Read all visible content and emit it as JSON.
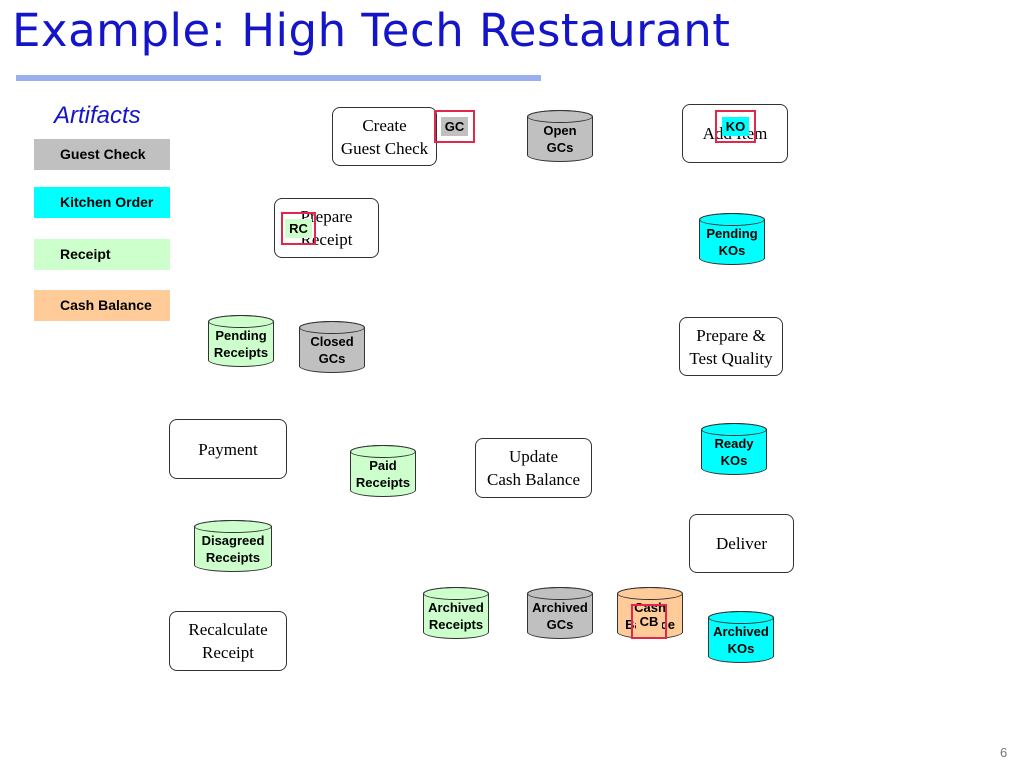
{
  "slide": {
    "title": "Example: High Tech Restaurant",
    "page_number": "6"
  },
  "legend": {
    "heading": "Artifacts",
    "items": [
      {
        "label": "Guest Check",
        "color": "#c0c0c0"
      },
      {
        "label": "Kitchen Order",
        "color": "#00ffff"
      },
      {
        "label": "Receipt",
        "color": "#ccffcc"
      },
      {
        "label": "Cash Balance",
        "color": "#ffcc99"
      }
    ]
  },
  "processes": {
    "create_guest_check": {
      "line1": "Create",
      "line2": "Guest Check"
    },
    "add_item": {
      "line1": "Add Item"
    },
    "prepare_receipt": {
      "line1": "Prepare",
      "line2": "Receipt"
    },
    "prepare_test_quality": {
      "line1": "Prepare &",
      "line2": "Test Quality"
    },
    "payment": {
      "line1": "Payment"
    },
    "update_cash_balance": {
      "line1": "Update",
      "line2": "Cash Balance"
    },
    "deliver": {
      "line1": "Deliver"
    },
    "recalculate_receipt": {
      "line1": "Recalculate",
      "line2": "Receipt"
    }
  },
  "stores": {
    "open_gcs": {
      "line1": "Open",
      "line2": "GCs",
      "color": "#c0c0c0"
    },
    "pending_kos": {
      "line1": "Pending",
      "line2": "KOs",
      "color": "#00ffff"
    },
    "pending_receipts": {
      "line1": "Pending",
      "line2": "Receipts",
      "color": "#ccffcc"
    },
    "closed_gcs": {
      "line1": "Closed",
      "line2": "GCs",
      "color": "#c0c0c0"
    },
    "ready_kos": {
      "line1": "Ready",
      "line2": "KOs",
      "color": "#00ffff"
    },
    "paid_receipts": {
      "line1": "Paid",
      "line2": "Receipts",
      "color": "#ccffcc"
    },
    "disagreed_receipts": {
      "line1": "Disagreed",
      "line2": "Receipts",
      "color": "#ccffcc"
    },
    "archived_receipts": {
      "line1": "Archived",
      "line2": "Receipts",
      "color": "#ccffcc"
    },
    "archived_gcs": {
      "line1": "Archived",
      "line2": "GCs",
      "color": "#c0c0c0"
    },
    "cash_balance": {
      "line1": "Cash",
      "line2": "Balance",
      "color": "#ffcc99"
    },
    "archived_kos": {
      "line1": "Archived",
      "line2": "KOs",
      "color": "#00ffff"
    }
  },
  "tags": {
    "gc": {
      "label": "GC",
      "color": "#c0c0c0"
    },
    "ko": {
      "label": "KO",
      "color": "#00ffff"
    },
    "rc": {
      "label": "RC",
      "color": "#ccffcc"
    },
    "cb": {
      "label": "CB",
      "color": "#ffcc99"
    }
  }
}
